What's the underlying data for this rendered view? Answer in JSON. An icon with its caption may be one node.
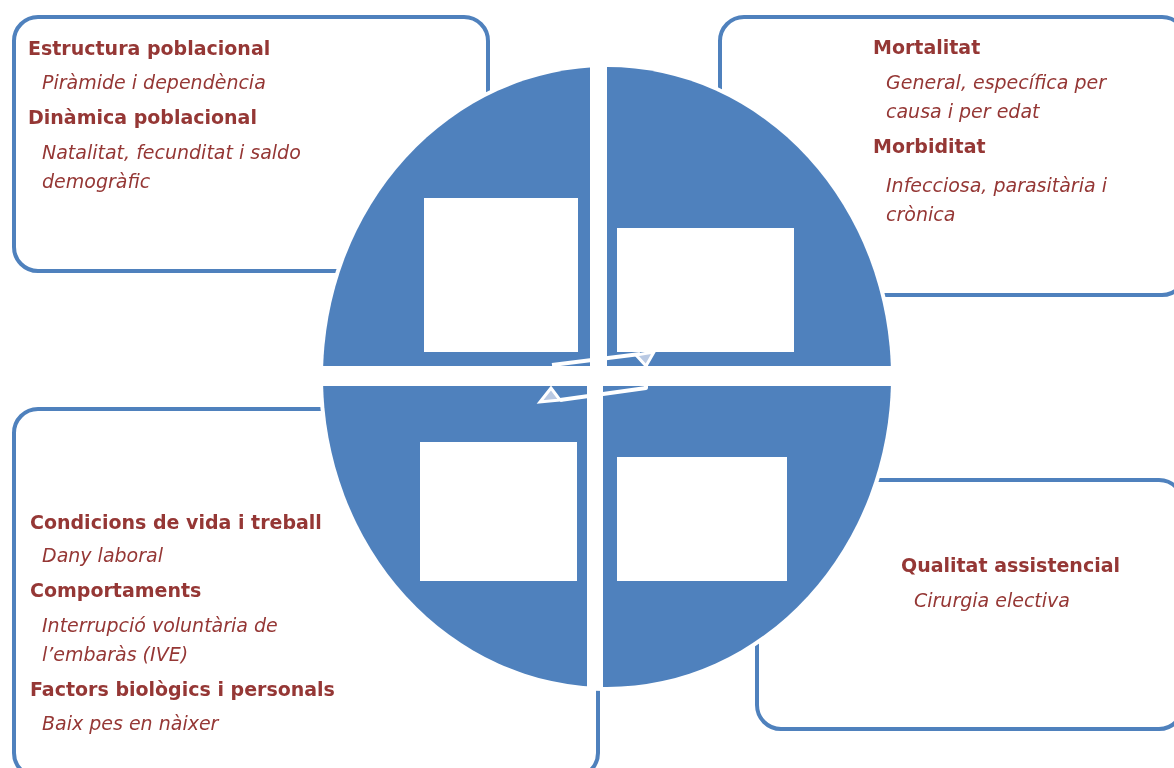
{
  "diagram": {
    "nodes": [
      {
        "text": [
          "Estructura poblacional",
          "Piràmide i dependència",
          "Dinàmica poblacional",
          "Natalitat, fecunditat i saldo demogràfic"
        ]
      },
      {
        "text": [
          "Mortalitat",
          "General, específica per causa i per edat",
          "Morbiditat",
          "Infecciosa, parasitària i crònica"
        ]
      },
      {
        "text": [
          "Condicions de vida i treball",
          "Dany laboral",
          "Comportaments",
          "Interrupció voluntària de l’embaràs (IVE)",
          "Factors biològics i personals",
          "Baix pes en nàixer"
        ]
      },
      {
        "text": [
          "Qualitat assistencial",
          "Cirurgia electiva"
        ]
      }
    ]
  }
}
